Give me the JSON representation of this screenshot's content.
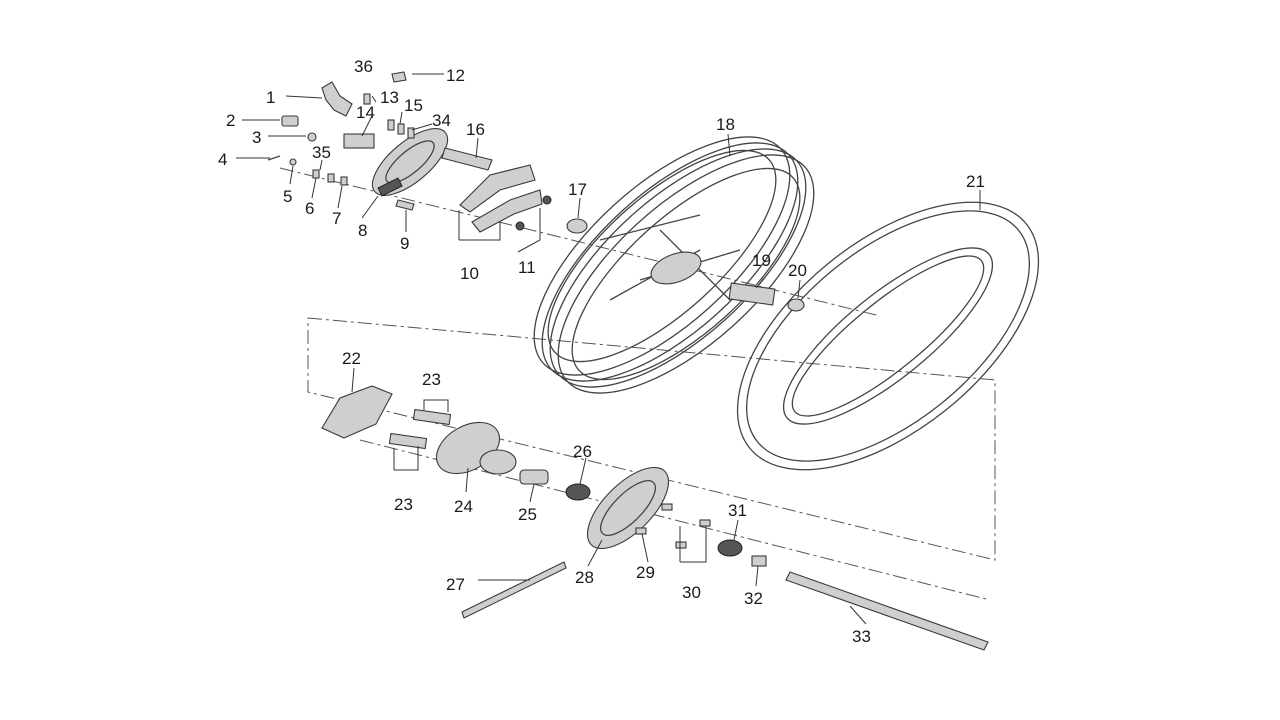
{
  "callouts": [
    "1",
    "2",
    "3",
    "4",
    "5",
    "6",
    "7",
    "8",
    "9",
    "10",
    "11",
    "12",
    "13",
    "14",
    "15",
    "16",
    "17",
    "18",
    "19",
    "20",
    "21",
    "22",
    "23",
    "23",
    "24",
    "25",
    "26",
    "27",
    "28",
    "29",
    "30",
    "31",
    "32",
    "33",
    "34",
    "35",
    "36"
  ]
}
